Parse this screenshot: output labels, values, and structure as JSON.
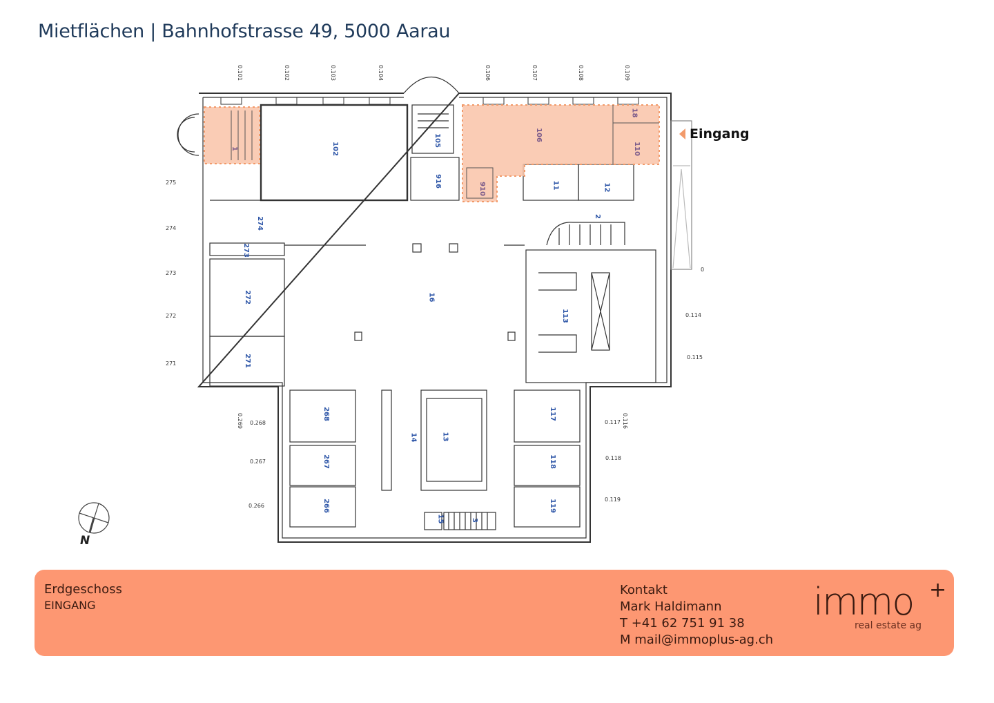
{
  "header": {
    "title": "Mietflächen | Bahnhofstrasse 49, 5000 Aarau"
  },
  "floorplan": {
    "highlight_color": "#f9c3a8",
    "highlight_border": "#f29a6a",
    "wall_color": "#333333",
    "label_color": "#2f57a8",
    "entrance_label": "Eingang",
    "top_axis_labels": [
      "0.101",
      "0.102",
      "0.103",
      "0.104",
      "0.106",
      "0.107",
      "0.108",
      "0.109"
    ],
    "left_axis_labels": [
      "275",
      "274",
      "273",
      "272",
      "271"
    ],
    "right_axis_labels": [
      "0.114",
      "0.115"
    ],
    "misc_label": "0",
    "lower_left_labels": [
      "0.269",
      "0.268",
      "0.267",
      "0.266"
    ],
    "lower_right_labels": [
      "0.117",
      "0.116",
      "0.118",
      "0.119"
    ],
    "rooms": [
      {
        "id": "1",
        "highlighted": true
      },
      {
        "id": "102",
        "highlighted": false
      },
      {
        "id": "105",
        "highlighted": false
      },
      {
        "id": "106",
        "highlighted": true
      },
      {
        "id": "18",
        "highlighted": true
      },
      {
        "id": "110",
        "highlighted": true
      },
      {
        "id": "916",
        "highlighted": false
      },
      {
        "id": "910",
        "highlighted": true
      },
      {
        "id": "11",
        "highlighted": false
      },
      {
        "id": "12",
        "highlighted": false
      },
      {
        "id": "2",
        "highlighted": false
      },
      {
        "id": "274",
        "highlighted": false
      },
      {
        "id": "273",
        "highlighted": false
      },
      {
        "id": "272",
        "highlighted": false
      },
      {
        "id": "271",
        "highlighted": false
      },
      {
        "id": "16",
        "highlighted": false
      },
      {
        "id": "113",
        "highlighted": false
      },
      {
        "id": "268",
        "highlighted": false
      },
      {
        "id": "267",
        "highlighted": false
      },
      {
        "id": "266",
        "highlighted": false
      },
      {
        "id": "14",
        "highlighted": false
      },
      {
        "id": "13",
        "highlighted": false
      },
      {
        "id": "15",
        "highlighted": false
      },
      {
        "id": "3",
        "highlighted": false
      },
      {
        "id": "117",
        "highlighted": false
      },
      {
        "id": "118",
        "highlighted": false
      },
      {
        "id": "119",
        "highlighted": false
      }
    ],
    "compass_label": "N"
  },
  "footer": {
    "floor": "Erdgeschoss",
    "subtitle": "EINGANG",
    "contact_heading": "Kontakt",
    "contact_name": "Mark Haldimann",
    "contact_phone": "T +41 62 751 91 38",
    "contact_email": "M mail@immoplus-ag.ch",
    "logo_word": "immo",
    "logo_plus": "+",
    "logo_sub": "real estate ag",
    "background": "#fd9772"
  }
}
